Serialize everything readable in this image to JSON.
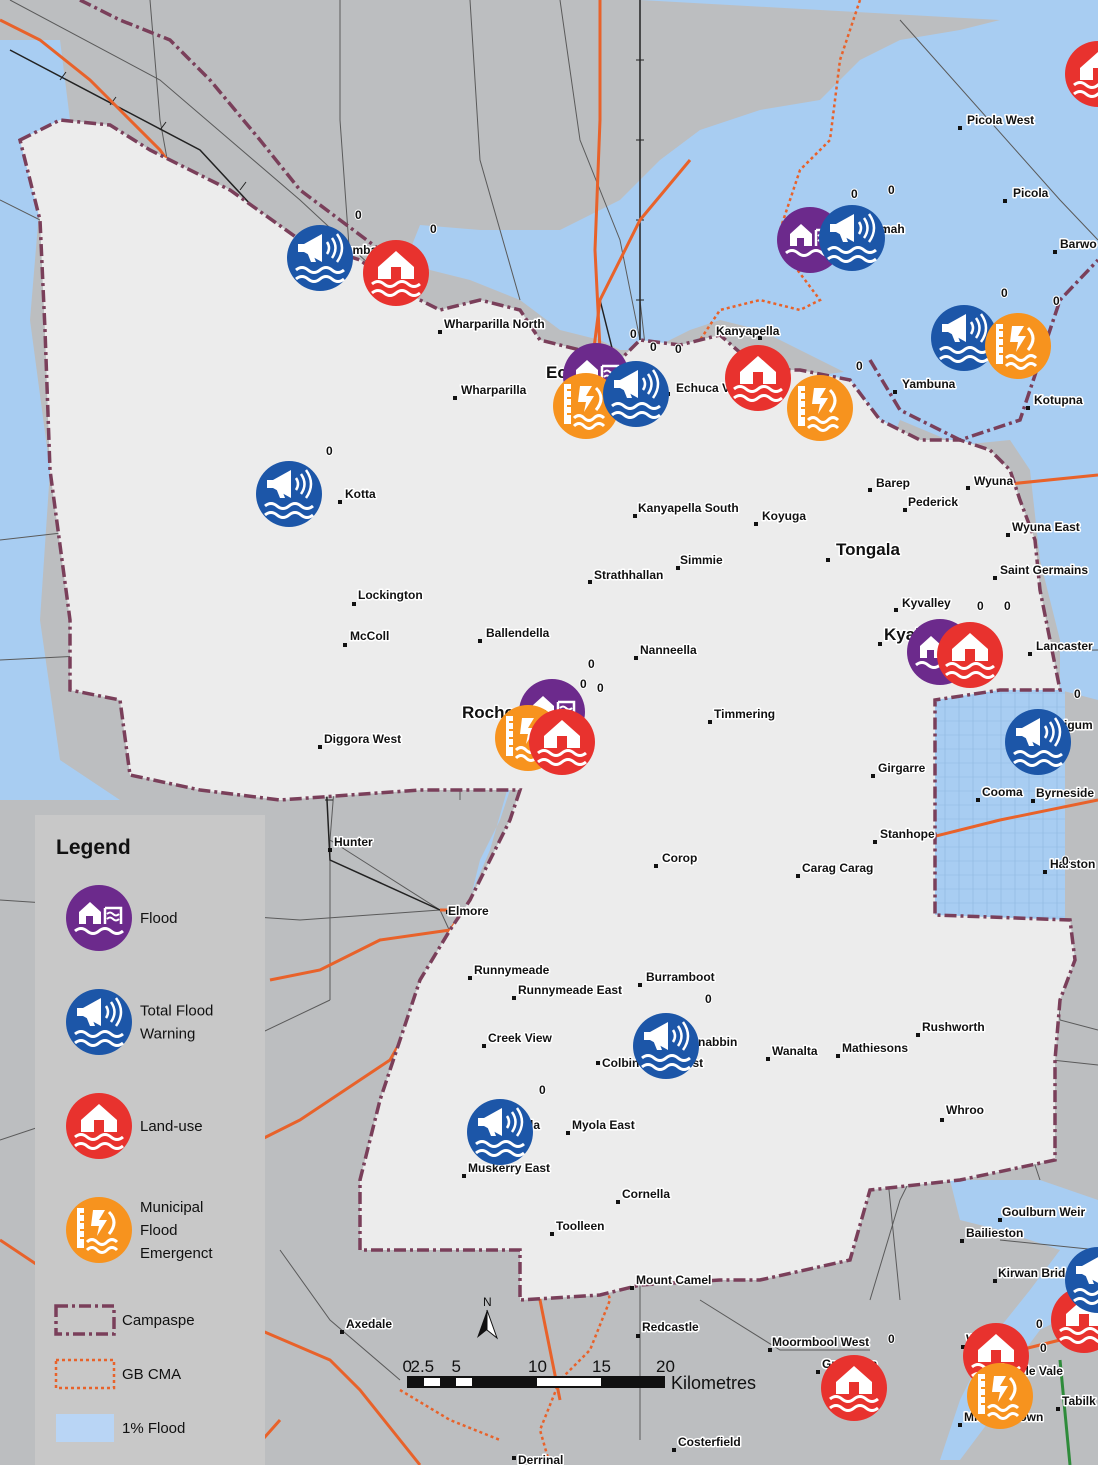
{
  "map": {
    "places": [
      {
        "id": "picola-west",
        "name": "Picola West",
        "big": false
      },
      {
        "id": "picola",
        "name": "Picola",
        "big": false
      },
      {
        "id": "barmah",
        "name": "Barmah",
        "big": false
      },
      {
        "id": "barwo",
        "name": "Barwo",
        "big": false
      },
      {
        "id": "torrumbarry",
        "name": "Torrumbarry",
        "big": false
      },
      {
        "id": "wharparilla-north",
        "name": "Wharparilla North",
        "big": false
      },
      {
        "id": "kanyapella",
        "name": "Kanyapella",
        "big": false
      },
      {
        "id": "echuca",
        "name": "Echuca",
        "big": true
      },
      {
        "id": "wharparilla",
        "name": "Wharparilla",
        "big": false
      },
      {
        "id": "echuca-village",
        "name": "Echuca Village",
        "big": false
      },
      {
        "id": "yambuna",
        "name": "Yambuna",
        "big": false
      },
      {
        "id": "kotupna",
        "name": "Kotupna",
        "big": false
      },
      {
        "id": "barep",
        "name": "Barep",
        "big": false
      },
      {
        "id": "wyuna",
        "name": "Wyuna",
        "big": false
      },
      {
        "id": "pederick",
        "name": "Pederick",
        "big": false
      },
      {
        "id": "kotta",
        "name": "Kotta",
        "big": false
      },
      {
        "id": "kanyapella-south",
        "name": "Kanyapella South",
        "big": false
      },
      {
        "id": "koyuga",
        "name": "Koyuga",
        "big": false
      },
      {
        "id": "wyuna-east",
        "name": "Wyuna East",
        "big": false
      },
      {
        "id": "tongala",
        "name": "Tongala",
        "big": true
      },
      {
        "id": "simmie",
        "name": "Simmie",
        "big": false
      },
      {
        "id": "strathhallan",
        "name": "Strathhallan",
        "big": false
      },
      {
        "id": "saint-germains",
        "name": "Saint Germains",
        "big": false
      },
      {
        "id": "lockington",
        "name": "Lockington",
        "big": false
      },
      {
        "id": "kyvalley",
        "name": "Kyvalley",
        "big": false
      },
      {
        "id": "kyabram",
        "name": "Kyabram",
        "big": true
      },
      {
        "id": "mccoll",
        "name": "McColl",
        "big": false
      },
      {
        "id": "ballendella",
        "name": "Ballendella",
        "big": false
      },
      {
        "id": "lancaster",
        "name": "Lancaster",
        "big": false
      },
      {
        "id": "nanneella",
        "name": "Nanneella",
        "big": false
      },
      {
        "id": "rochester",
        "name": "Rochester",
        "big": true
      },
      {
        "id": "timmering",
        "name": "Timmering",
        "big": false
      },
      {
        "id": "merrigum",
        "name": "Merrigum",
        "big": false
      },
      {
        "id": "diggora-west",
        "name": "Diggora West",
        "big": false
      },
      {
        "id": "girgarre",
        "name": "Girgarre",
        "big": false
      },
      {
        "id": "cooma",
        "name": "Cooma",
        "big": false
      },
      {
        "id": "byrneside",
        "name": "Byrneside",
        "big": false
      },
      {
        "id": "stanhope",
        "name": "Stanhope",
        "big": false
      },
      {
        "id": "hunter",
        "name": "Hunter",
        "big": false
      },
      {
        "id": "corop",
        "name": "Corop",
        "big": false
      },
      {
        "id": "carag-carag",
        "name": "Carag Carag",
        "big": false
      },
      {
        "id": "harston",
        "name": "Harston",
        "big": false
      },
      {
        "id": "elmore",
        "name": "Elmore",
        "big": false
      },
      {
        "id": "runnymeade",
        "name": "Runnymeade",
        "big": false
      },
      {
        "id": "burramboot",
        "name": "Burramboot",
        "big": false
      },
      {
        "id": "runnymeade-east",
        "name": "Runnymeade East",
        "big": false
      },
      {
        "id": "rushworth",
        "name": "Rushworth",
        "big": false
      },
      {
        "id": "creek-view",
        "name": "Creek View",
        "big": false
      },
      {
        "id": "colbinabbin",
        "name": "Colbinabbin",
        "big": false
      },
      {
        "id": "wanalta",
        "name": "Wanalta",
        "big": false
      },
      {
        "id": "mathiesons",
        "name": "Mathiesons",
        "big": false
      },
      {
        "id": "colbinabbin-west",
        "name": "Colbinabbin West",
        "big": false
      },
      {
        "id": "whroo",
        "name": "Whroo",
        "big": false
      },
      {
        "id": "myola",
        "name": "Myola",
        "big": false
      },
      {
        "id": "myola-east",
        "name": "Myola East",
        "big": false
      },
      {
        "id": "muskerry-east",
        "name": "Muskerry East",
        "big": false
      },
      {
        "id": "cornella",
        "name": "Cornella",
        "big": false
      },
      {
        "id": "goulburn-weir",
        "name": "Goulburn Weir",
        "big": false
      },
      {
        "id": "toolleen",
        "name": "Toolleen",
        "big": false
      },
      {
        "id": "bailieston",
        "name": "Bailieston",
        "big": false
      },
      {
        "id": "mount-camel",
        "name": "Mount Camel",
        "big": false
      },
      {
        "id": "kirwan-bridge",
        "name": "Kirwan Bridge",
        "big": false
      },
      {
        "id": "axedale",
        "name": "Axedale",
        "big": false
      },
      {
        "id": "redcastle",
        "name": "Redcastle",
        "big": false
      },
      {
        "id": "moormbool-west",
        "name": "Moormbool West",
        "big": false
      },
      {
        "id": "wirrate",
        "name": "Wirrate",
        "big": false
      },
      {
        "id": "graytown",
        "name": "Graytown",
        "big": false
      },
      {
        "id": "wattle-vale",
        "name": "Wattle Vale",
        "big": false
      },
      {
        "id": "tabilk",
        "name": "Tabilk",
        "big": false
      },
      {
        "id": "mitchellstown",
        "name": "Mitchellstown",
        "big": false
      },
      {
        "id": "costerfield",
        "name": "Costerfield",
        "big": false
      },
      {
        "id": "derrinal",
        "name": "Derrinal",
        "big": false
      }
    ],
    "zero_label": "0",
    "north_label": "N",
    "scale": {
      "ticks": [
        "0",
        "2.5",
        "5",
        "10",
        "15",
        "20"
      ],
      "unit": "Kilometres"
    }
  },
  "legend": {
    "title": "Legend",
    "items": [
      {
        "id": "flood",
        "icon": "house-flood-icon",
        "color": "#6c2a8c",
        "label_lines": [
          "Flood"
        ]
      },
      {
        "id": "total-flood-warning",
        "icon": "megaphone-waves-icon",
        "color": "#1c56a8",
        "label_lines": [
          "Total Flood",
          "Warning"
        ]
      },
      {
        "id": "land-use",
        "icon": "house-water-icon",
        "color": "#e8322e",
        "label_lines": [
          "Land-use"
        ]
      },
      {
        "id": "municipal-flood-emergency",
        "icon": "gauge-flood-icon",
        "color": "#f7931e",
        "label_lines": [
          "Municipal",
          "Flood",
          "Emergenct"
        ]
      },
      {
        "id": "campaspe",
        "symbol": "dash-dot-line",
        "color": "#7a3f5a",
        "label_lines": [
          "Campaspe"
        ]
      },
      {
        "id": "gb-cma",
        "symbol": "dotted-line",
        "color": "#e8622a",
        "label_lines": [
          "GB CMA"
        ]
      },
      {
        "id": "one-percent-flood",
        "symbol": "fill-box",
        "color": "#b9d5f5",
        "label_lines": [
          "1% Flood"
        ]
      }
    ]
  },
  "colors": {
    "outside": "#bcbec0",
    "campaspe_fill": "#ececec",
    "water": "#a8cdf2",
    "road": "#e8622a",
    "boundary": "#7a3f5a",
    "legend_bg": "#c8c8c8"
  }
}
